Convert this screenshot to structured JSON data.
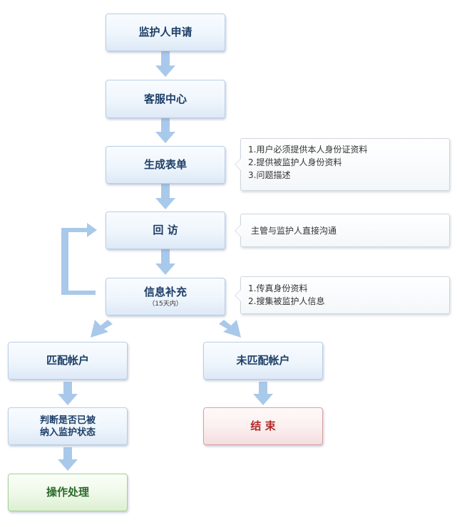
{
  "nodes": {
    "apply": "监护人申请",
    "service": "客服中心",
    "form": "生成表单",
    "visit": "回 访",
    "supplement": "信息补充",
    "supplement_sub": "（15天内）",
    "match": "匹配帐户",
    "nomatch": "未匹配帐户",
    "judge_line1": "判断是否已被",
    "judge_line2": "纳入监护状态",
    "end": "结 束",
    "handle": "操作处理"
  },
  "notes": {
    "form": [
      "1.用户必须提供本人身份证资料",
      "2.提供被监护人身份资料",
      "3.问题描述"
    ],
    "visit": "主管与监护人直接沟通",
    "supplement": [
      "1.传真身份资料",
      "2.搜集被监护人信息"
    ]
  },
  "colors": {
    "arrow": "#a9c9ea",
    "box_text": "#1e3f68",
    "end_text": "#b22a2a",
    "handle_text": "#2b6a2b"
  }
}
